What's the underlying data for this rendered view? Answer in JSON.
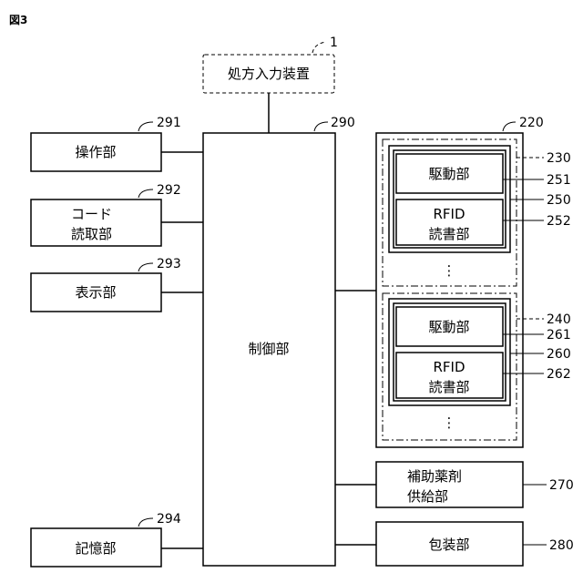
{
  "figure_label": "図3",
  "prescription": {
    "label": "処方入力装置",
    "ref": "1"
  },
  "control": {
    "label": "制御部",
    "ref": "290"
  },
  "operation": {
    "label": "操作部",
    "ref": "291"
  },
  "code_reader": {
    "line1": "コード",
    "line2": "読取部",
    "ref": "292"
  },
  "display": {
    "label": "表示部",
    "ref": "293"
  },
  "memory": {
    "label": "記憶部",
    "ref": "294"
  },
  "cabinet": {
    "ref": "220"
  },
  "unit_a": {
    "ref": "230",
    "inner_ref": "250",
    "drive": {
      "label": "駆動部",
      "ref": "251"
    },
    "rfid": {
      "line1": "RFID",
      "line2": "読書部",
      "ref": "252"
    },
    "ellipsis": "⋮"
  },
  "unit_b": {
    "ref": "240",
    "inner_ref": "260",
    "drive": {
      "label": "駆動部",
      "ref": "261"
    },
    "rfid": {
      "line1": "RFID",
      "line2": "読書部",
      "ref": "262"
    },
    "ellipsis": "⋮"
  },
  "auxiliary": {
    "line1": "補助薬剤",
    "line2": "供給部",
    "ref": "270"
  },
  "packaging": {
    "label": "包装部",
    "ref": "280"
  }
}
